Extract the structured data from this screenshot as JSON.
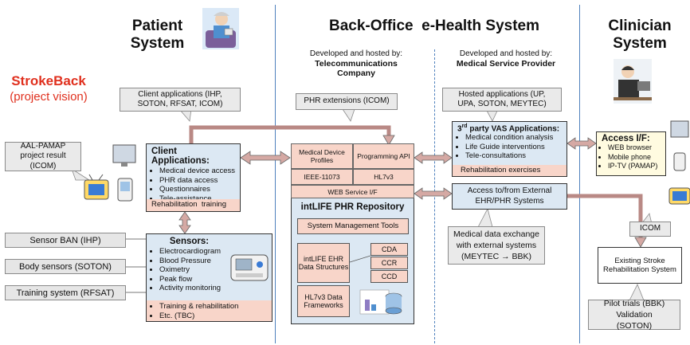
{
  "titles": {
    "patient": "Patient System",
    "backoffice": "Back-Office  e-Health System",
    "clinician": "Clinician System"
  },
  "strokeback": {
    "name": "StrokeBack",
    "subtitle": "(project vision)"
  },
  "developers": {
    "telecom": {
      "label": "Developed and hosted by:",
      "org": "Telecommunications Company"
    },
    "medical": {
      "label": "Developed and hosted by:",
      "org": "Medical Service Provider"
    }
  },
  "callouts": {
    "client_apps": "Client applications (IHP, SOTON, RFSAT, ICOM)",
    "phr_ext": "PHR extensions (ICOM)",
    "hosted_apps": "Hosted applications (UP, UPA, SOTON, MEYTEC)",
    "aal": "AAL-PAMAP project result (ICOM)",
    "data_exchange": "Medical data exchange with external systems (MEYTEC → BBK)",
    "pilot": "Pilot trials (BBK) Validation (SOTON)",
    "icom": "ICOM"
  },
  "left_labels": [
    "Sensor BAN (IHP)",
    "Body sensors (SOTON)",
    "Training system (RFSAT)"
  ],
  "client_box": {
    "heading": "Client Applications:",
    "items": [
      "Medical device access",
      "PHR data access",
      "Questionnaires",
      "Tele-assistance"
    ],
    "footer": "Rehabilitation  training"
  },
  "sensors_box": {
    "heading": "Sensors:",
    "items": [
      "Electrocardiogram",
      "Blood Pressure",
      "Oximetry",
      "Peak flow",
      "Activity monitoring"
    ],
    "footer_items": [
      "Training & rehabilitation",
      "Etc. (TBC)"
    ]
  },
  "repository": {
    "cells": {
      "mdp": "Medical Device Profiles",
      "api": "Programming API",
      "ieee": "IEEE-11073",
      "hl7": "HL7v3",
      "web": "WEB Service I/F"
    },
    "heading": "intLIFE PHR Repository",
    "sys_tools": "System Management Tools",
    "ehr": "intLIFE EHR Data Structures",
    "hl7frame": "HL7v3 Data Frameworks",
    "formats": [
      "CDA",
      "CCR",
      "CCD"
    ]
  },
  "vas_box": {
    "heading_sup": "rd",
    "heading_pre": "3",
    "heading_post": " party VAS Applications:",
    "items": [
      "Medical condition analysis",
      "Life Guide interventions",
      "Tele-consultations"
    ],
    "footer": "Rehabilitation exercises"
  },
  "external_box": "Access to/from External EHR/PHR Systems",
  "access_box": {
    "heading": "Access I/F:",
    "items": [
      "WEB browser",
      "Mobile phone",
      "IP-TV (PAMAP)"
    ]
  },
  "existing_box": "Existing Stroke Rehabilitation System",
  "colors": {
    "accent_red": "#e0301e",
    "line_blue": "#4f81bd",
    "arrow": "#c79a96"
  }
}
